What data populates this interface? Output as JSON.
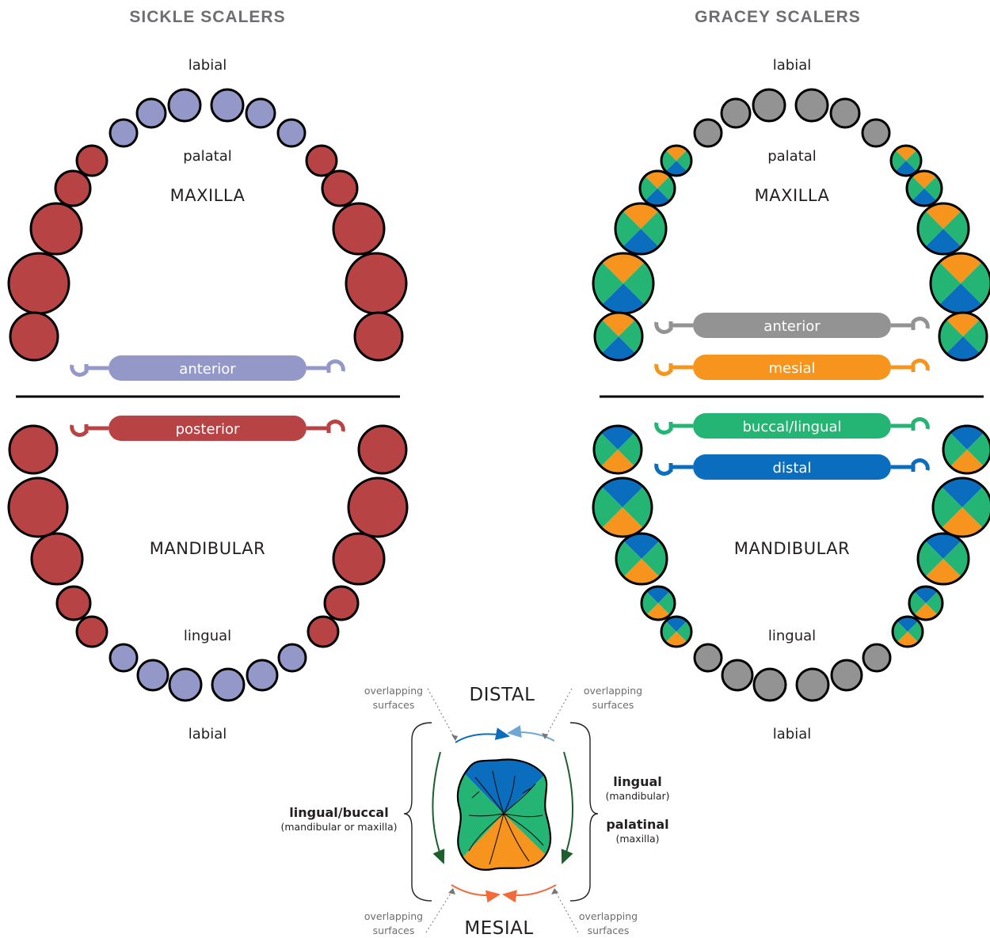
{
  "sickle": {
    "title": "SICKLE SCALERS",
    "labial_top": "labial",
    "palatal": "palatal",
    "maxilla": "MAXILLA",
    "instrument_anterior": "anterior",
    "instrument_posterior": "posterior",
    "mandibular": "MANDIBULAR",
    "lingual": "lingual",
    "labial_bottom": "labial"
  },
  "gracey": {
    "title": "GRACEY SCALERS",
    "labial_top": "labial",
    "palatal": "palatal",
    "maxilla": "MAXILLA",
    "instrument_anterior": "anterior",
    "instrument_mesial": "mesial",
    "instrument_buccal_lingual": "buccal/lingual",
    "instrument_distal": "distal",
    "mandibular": "MANDIBULAR",
    "lingual": "lingual",
    "labial_bottom": "labial"
  },
  "tooth_detail": {
    "distal": "DISTAL",
    "mesial": "MESIAL",
    "overlapping_1": "overlapping",
    "overlapping_2": "surfaces",
    "left_bold": "lingual/buccal",
    "left_sub": "(mandibular or maxilla)",
    "right_bold_1": "lingual",
    "right_sub_1": "(mandibular)",
    "right_bold_2": "palatinal",
    "right_sub_2": "(maxilla)"
  },
  "colors": {
    "anterior_sickle": "#9498c9",
    "posterior_sickle": "#b84344",
    "anterior_gracey": "#939393",
    "mesial": "#f7941d",
    "buccal_lingual": "#24b473",
    "distal": "#0b6dbd"
  }
}
